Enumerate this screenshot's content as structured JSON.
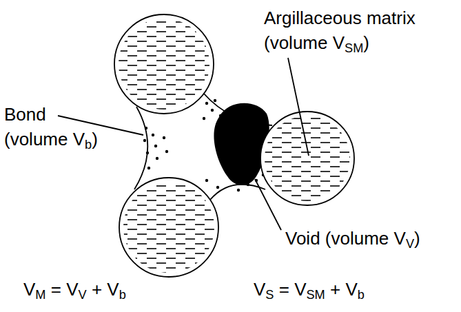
{
  "diagram": {
    "labels": [
      "Argillaceous matrix (volume VSM)",
      "Bond (volume Vb)",
      "Void (volume VV)",
      "VM = VV + Vb",
      "VS = VSM + Vb"
    ]
  }
}
